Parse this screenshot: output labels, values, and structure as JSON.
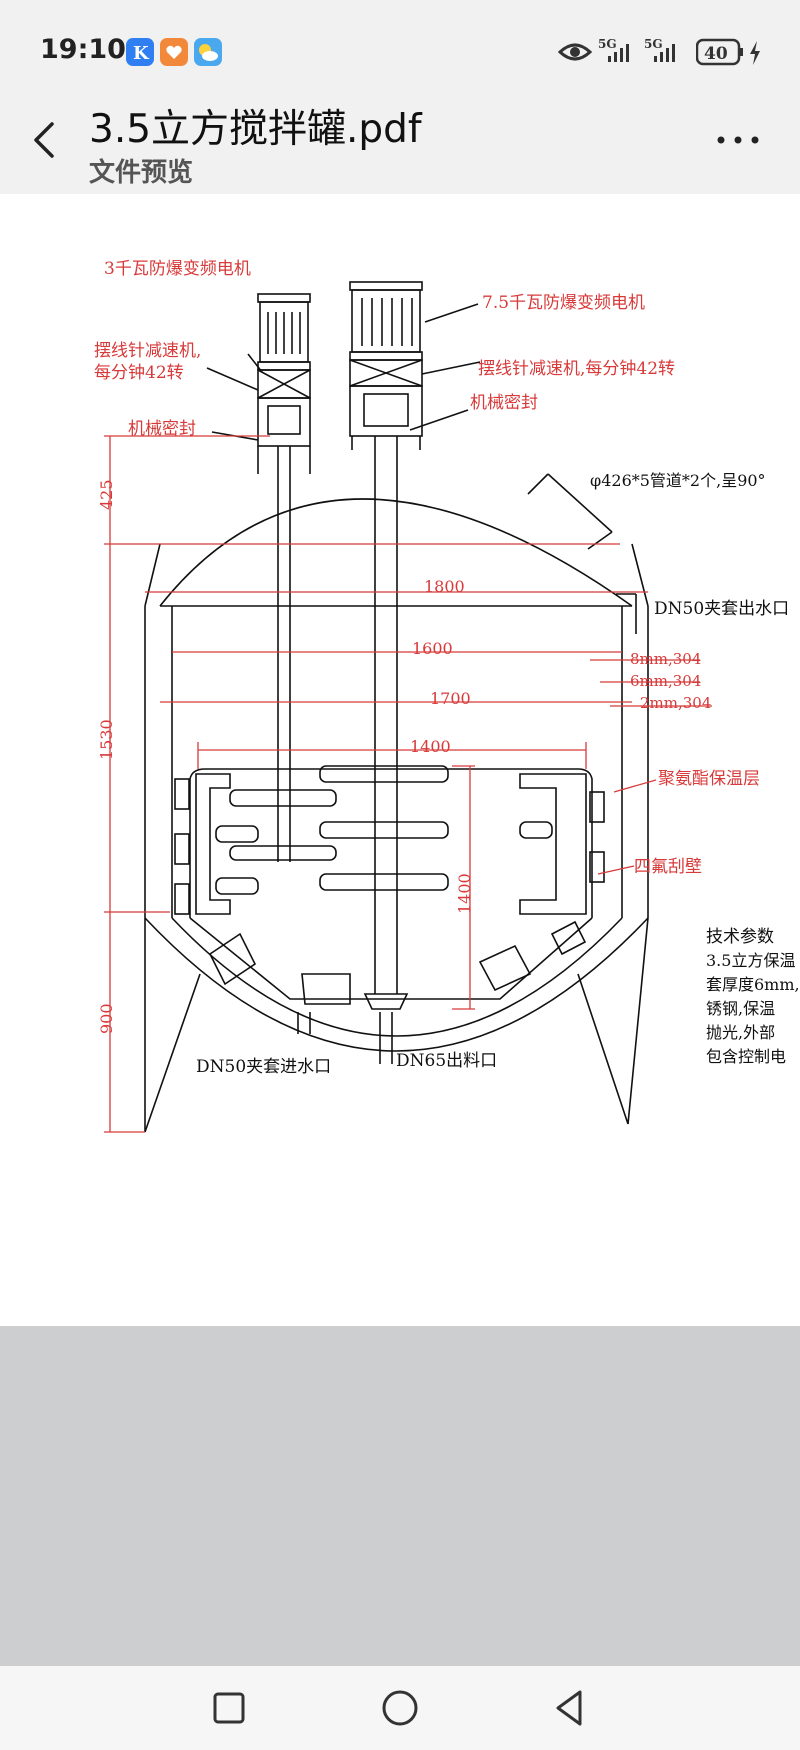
{
  "status_bar": {
    "time": "19:10",
    "signal_1": "5G",
    "signal_2": "5G",
    "battery": "40",
    "icons": [
      "app-k-icon",
      "app-heart-icon",
      "app-weather-icon",
      "eye-icon",
      "signal-icon",
      "battery-icon",
      "charging-icon"
    ]
  },
  "header": {
    "title": "3.5立方搅拌罐.pdf",
    "subtitle": "文件预览"
  },
  "drawing": {
    "labels": {
      "motor_small": "3千瓦防爆变频电机",
      "motor_large": "7.5千瓦防爆变频电机",
      "reducer_left_1": "摆线针减速机,",
      "reducer_left_2": "每分钟42转",
      "reducer_right": "摆线针减速机,每分钟42转",
      "seal_left": "机械密封",
      "seal_right": "机械密封",
      "pipe": "φ426*5管道*2个,呈90°",
      "outlet_water": "DN50夹套出水口",
      "thickness_1": "8mm,304",
      "thickness_2": "6mm,304",
      "thickness_3": "2mm,304",
      "insulation": "聚氨酯保温层",
      "scraper": "四氟刮壁",
      "inlet_water": "DN50夹套进水口",
      "discharge": "DN65出料口"
    },
    "dimensions": {
      "d425": "425",
      "d1530": "1530",
      "d900": "900",
      "d1800": "1800",
      "d1600": "1600",
      "d1700": "1700",
      "d1400_h": "1400",
      "d1400_v": "1400"
    },
    "tech": {
      "heading": "技术参数",
      "line_1": "3.5立方保温",
      "line_2": "套厚度6mm,",
      "line_3": "锈钢,保温",
      "line_4": "抛光,外部",
      "line_5": "包含控制电"
    },
    "colors": {
      "annotation": "#d83a3a",
      "lines": "#111111"
    }
  },
  "nav": {
    "icons": [
      "recent-apps-icon",
      "home-icon",
      "back-nav-icon"
    ]
  }
}
